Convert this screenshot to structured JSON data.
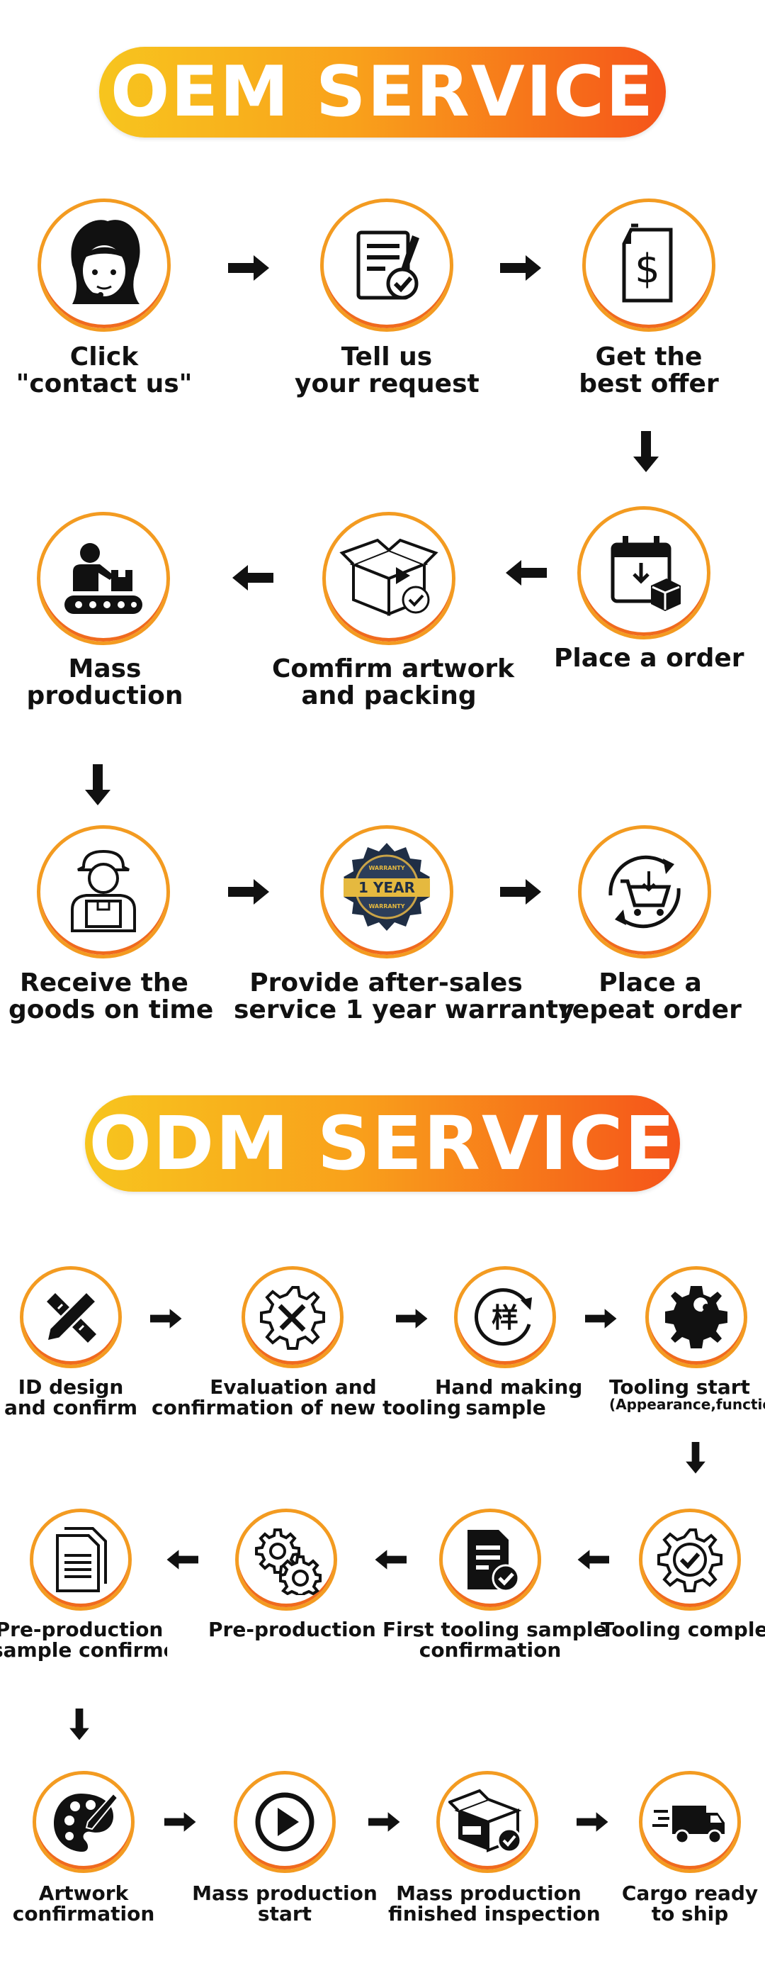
{
  "oem": {
    "title": "OEM SERVICE",
    "steps": [
      {
        "line1": "Click",
        "line2": "\"contact us\"",
        "icon": "customer-service-icon"
      },
      {
        "line1": "Tell us",
        "line2": "your request",
        "icon": "request-form-icon"
      },
      {
        "line1": "Get the",
        "line2": "best offer",
        "icon": "price-offer-icon"
      },
      {
        "line1": "Place a order",
        "line2": "",
        "icon": "calendar-order-icon"
      },
      {
        "line1": "Comfirm artwork",
        "line2": "and packing",
        "icon": "packing-box-icon"
      },
      {
        "line1": "Mass",
        "line2": "production",
        "icon": "production-line-icon"
      },
      {
        "line1": "Receive the",
        "line2": "goods on time",
        "icon": "delivery-person-icon"
      },
      {
        "line1": "Provide after-sales",
        "line2": "service 1 year warranty",
        "icon": "warranty-badge-icon",
        "badge_text": "1 YEAR",
        "badge_top": "WARRANTY",
        "badge_bottom": "WARRANTY"
      },
      {
        "line1": "Place a",
        "line2": "repeat order",
        "icon": "repeat-cart-icon"
      }
    ]
  },
  "odm": {
    "title": "ODM SERVICE",
    "steps": [
      {
        "line1": "ID design",
        "line2": "and confirm",
        "icon": "pencil-ruler-icon"
      },
      {
        "line1": "Evaluation and",
        "line2": "confirmation of new tooling",
        "icon": "tools-gear-icon"
      },
      {
        "line1": "Hand making",
        "line2": "sample",
        "icon": "sample-stamp-icon",
        "glyph": "样"
      },
      {
        "line1": "Tooling start",
        "line2": "(Appearance,function,str",
        "icon": "gear-wrench-icon"
      },
      {
        "line1": "Tooling complet",
        "line2": "",
        "icon": "gear-check-icon"
      },
      {
        "line1": "First tooling sample",
        "line2": "confirmation",
        "icon": "document-check-icon"
      },
      {
        "line1": "Pre-production",
        "line2": "",
        "icon": "gears-icon"
      },
      {
        "line1": "Pre-production",
        "line2": "sample confirmed",
        "icon": "documents-icon"
      },
      {
        "line1": "Artwork",
        "line2": "confirmation",
        "icon": "palette-icon"
      },
      {
        "line1": "Mass production",
        "line2": "start",
        "icon": "play-icon"
      },
      {
        "line1": "Mass production",
        "line2": "finished inspection",
        "icon": "box-check-icon"
      },
      {
        "line1": "Cargo ready",
        "line2": "to ship",
        "icon": "truck-icon"
      }
    ]
  },
  "colors": {
    "ring": "#f39b21",
    "ring_dark": "#f06a1e",
    "banner_start": "#f7c51e",
    "banner_end": "#f5541a"
  }
}
